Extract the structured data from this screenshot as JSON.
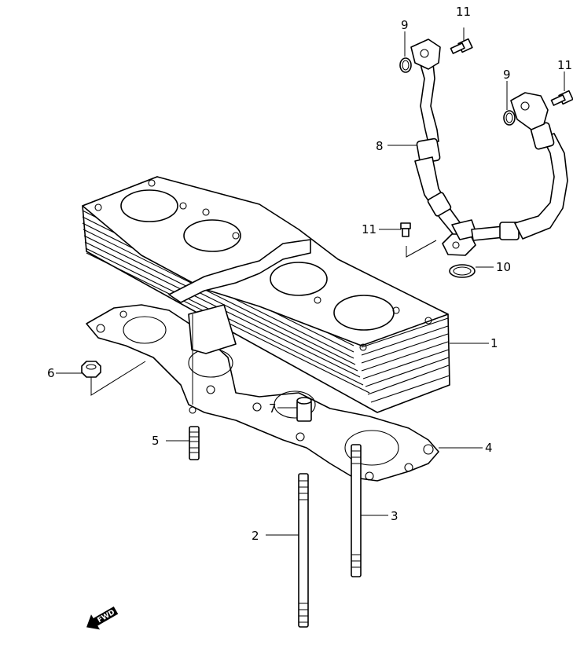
{
  "callouts": {
    "c1": "1",
    "c2": "2",
    "c3": "3",
    "c4": "4",
    "c5": "5",
    "c6": "6",
    "c7": "7",
    "c8": "8",
    "c9a": "9",
    "c9b": "9",
    "c10": "10",
    "c11a": "11",
    "c11b": "11",
    "c11c": "11"
  },
  "fwd_label": "FWD",
  "icons": {
    "fwd": "forward-arrow-icon"
  }
}
